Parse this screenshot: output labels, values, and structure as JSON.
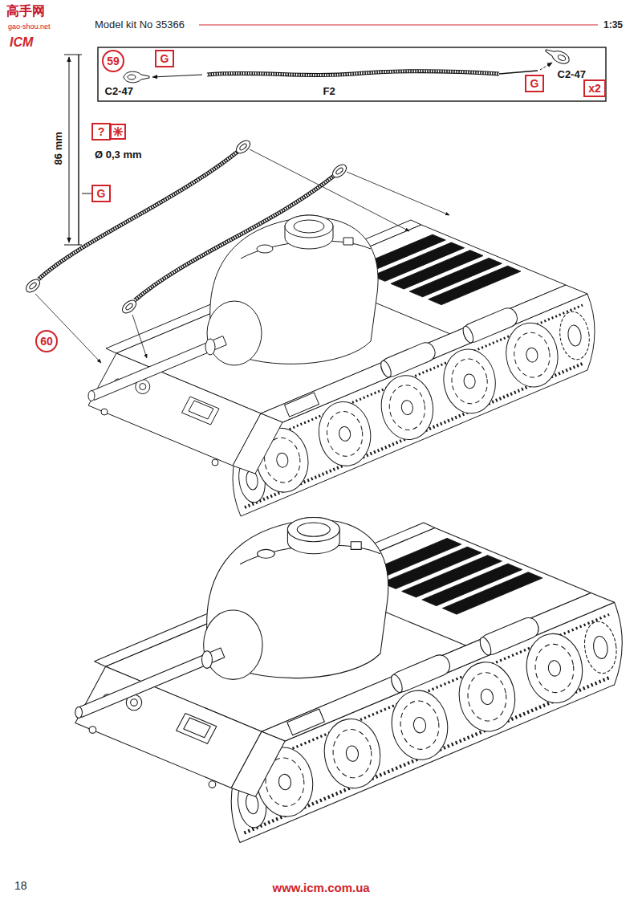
{
  "diagram": {
    "nodes": [
      {
        "text": [
          "59"
        ]
      },
      {
        "text": [
          "G"
        ]
      },
      {
        "text": [
          "G"
        ]
      },
      {
        "text": [
          "x2"
        ]
      },
      {
        "text": [
          "?"
        ]
      },
      {
        "text": [
          "G"
        ]
      },
      {
        "text": [
          "60"
        ]
      }
    ],
    "labels": [
      "高手网",
      "gao-shou.net",
      "ICM",
      "Model kit No 35366",
      "1:35",
      "C2-47",
      "F2",
      "C2-47",
      "86 mm",
      "Ø 0,3 mm",
      "18",
      "www.icm.com.ua"
    ]
  }
}
